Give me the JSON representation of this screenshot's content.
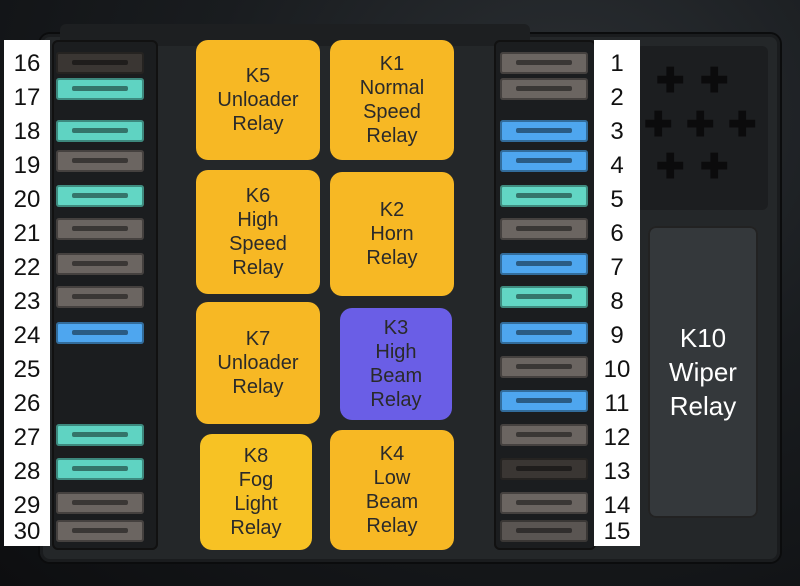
{
  "left_numbers": [
    "16",
    "17",
    "18",
    "19",
    "20",
    "21",
    "22",
    "23",
    "24",
    "25",
    "26",
    "27",
    "28",
    "29",
    "30"
  ],
  "right_numbers": [
    "1",
    "2",
    "3",
    "4",
    "5",
    "6",
    "7",
    "8",
    "9",
    "10",
    "11",
    "12",
    "13",
    "14",
    "15"
  ],
  "left_fuse_colors": [
    "#3a3633",
    "#5fd3c2",
    "#5fd3c2",
    "#6b6561",
    "#62d6c4",
    "#6b6561",
    "#6b6561",
    "#6b6561",
    "#4ea6ef",
    "",
    "",
    "#5fd3c2",
    "#5fd3c2",
    "#6b6561",
    "#6b6561"
  ],
  "right_fuse_colors": [
    "#6b6561",
    "#6b6561",
    "#4ea6ef",
    "#4ea6ef",
    "#62d6c4",
    "#6b6561",
    "#4ea6ef",
    "#62d6c4",
    "#4ea6ef",
    "#6b6561",
    "#4ea6ef",
    "#6b6561",
    "#3a3633",
    "#6b6561",
    "#5a5552"
  ],
  "relays": [
    {
      "id": "k5",
      "lines": [
        "K5",
        "Unloader",
        "Relay"
      ],
      "color": "#f7b824"
    },
    {
      "id": "k1",
      "lines": [
        "K1",
        "Normal",
        "Speed",
        "Relay"
      ],
      "color": "#f7b824"
    },
    {
      "id": "k6",
      "lines": [
        "K6",
        "High",
        "Speed",
        "Relay"
      ],
      "color": "#f7b824"
    },
    {
      "id": "k2",
      "lines": [
        "K2",
        "Horn",
        "Relay"
      ],
      "color": "#f7b824"
    },
    {
      "id": "k7",
      "lines": [
        "K7",
        "Unloader",
        "Relay"
      ],
      "color": "#f7b824"
    },
    {
      "id": "k3",
      "lines": [
        "K3",
        "High",
        "Beam",
        "Relay"
      ],
      "color": "#6a5ee6"
    },
    {
      "id": "k8",
      "lines": [
        "K8",
        "Fog",
        "Light",
        "Relay"
      ],
      "color": "#f7c224"
    },
    {
      "id": "k4",
      "lines": [
        "K4",
        "Low",
        "Beam",
        "Relay"
      ],
      "color": "#f7b824"
    }
  ],
  "k10": {
    "lines": [
      "K10",
      "Wiper",
      "Relay"
    ]
  }
}
